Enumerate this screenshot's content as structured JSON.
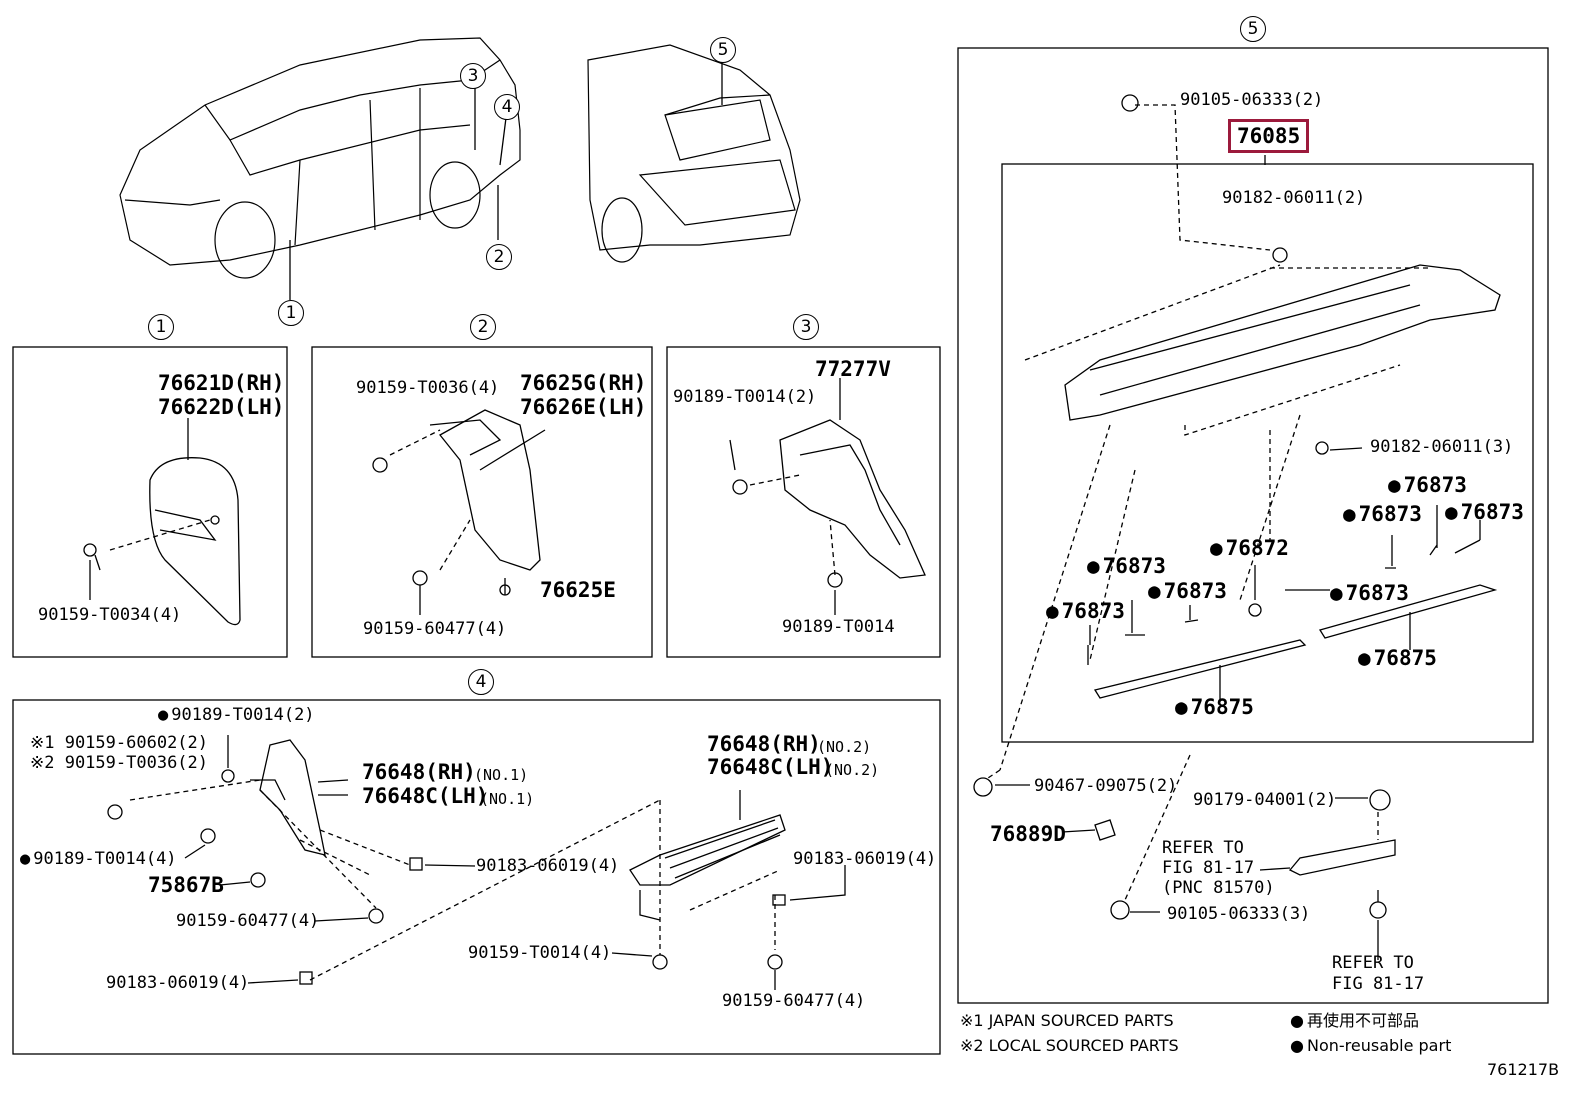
{
  "callouts": {
    "c1": "1",
    "c2": "2",
    "c3": "3",
    "c4": "4",
    "c5": "5"
  },
  "p1": {
    "rh": "76621D(RH)",
    "lh": "76622D(LH)",
    "screw": "90159-T0034(4)"
  },
  "p2": {
    "screw1": "90159-T0036(4)",
    "rh": "76625G(RH)",
    "lh": "76626E(LH)",
    "clip": "76625E",
    "screw2": "90159-60477(4)"
  },
  "p3": {
    "part": "77277V",
    "clip1": "90189-T0014(2)",
    "clip2": "90189-T0014"
  },
  "p4": {
    "clip_top": "90189-T0014(2)",
    "note1": "※1 90159-60602(2)",
    "note2": "※2 90159-T0036(2)",
    "rh1": "76648(RH)",
    "no1a": "(NO.1)",
    "lh1": "76648C(LH)",
    "no1b": "(NO.1)",
    "rh2": "76648(RH)",
    "no2a": "(NO.2)",
    "lh2": "76648C(LH)",
    "no2b": "(NO.2)",
    "clip_left": "90189-T0014(4)",
    "nut_mid": "90183-06019(4)",
    "nut_right": "90183-06019(4)",
    "part_b": "75867B",
    "screw_mid": "90159-60477(4)",
    "nut_bottom": "90183-06019(4)",
    "screw_t": "90159-T0014(4)",
    "screw_bottom": "90159-60477(4)"
  },
  "p5": {
    "bolt_top": "90105-06333(2)",
    "assy": "76085",
    "nut_top": "90182-06011(2)",
    "nut_right": "90182-06011(3)",
    "c76873": "76873",
    "c76872": "76872",
    "c76875": "76875",
    "grommet": "90467-09075(2)",
    "part_d": "76889D",
    "clip_r": "90179-04001(2)",
    "refer1_l1": "REFER TO",
    "refer1_l2": "FIG 81-17",
    "refer1_l3": "(PNC 81570)",
    "bolt_bottom": "90105-06333(3)",
    "refer2_l1": "REFER TO",
    "refer2_l2": "FIG 81-17"
  },
  "legend": {
    "l1": "※1  JAPAN SOURCED PARTS",
    "l2": "※2  LOCAL SOURCED PARTS",
    "r1": "再使用不可部品",
    "r2": "Non-reusable part"
  },
  "figure_id": "761217B"
}
